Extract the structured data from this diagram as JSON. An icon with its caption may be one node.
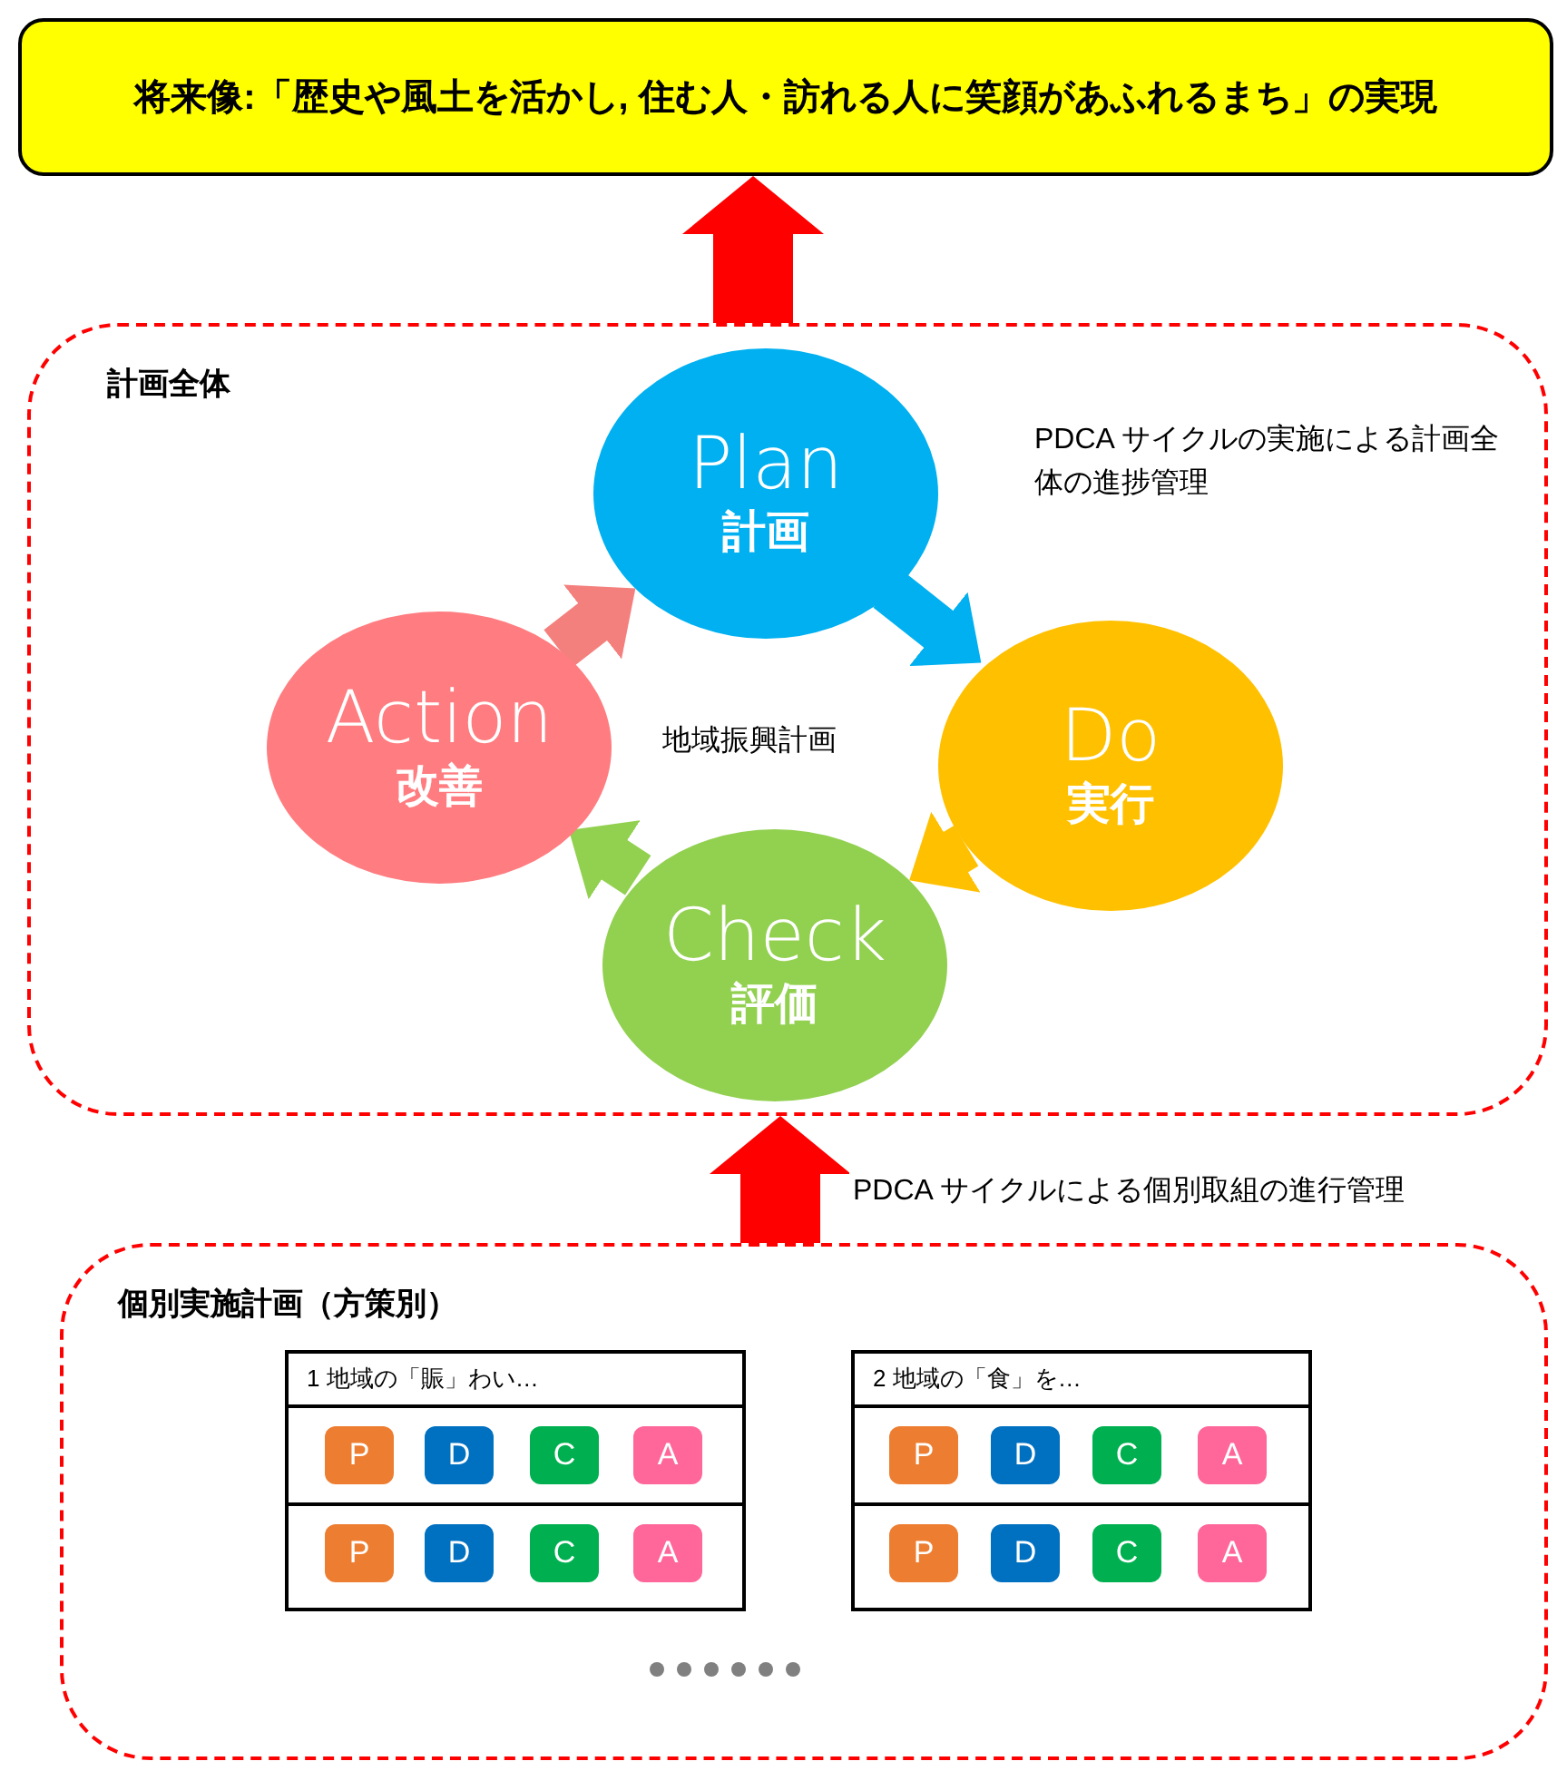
{
  "diagram": {
    "nodes": [
      {
        "text": [
          "将来像:「歴史や風土を活かし, 住む人・訪れる人に笑顔があふれるまち」の実現"
        ]
      },
      {
        "text": [
          "計画全体"
        ]
      },
      {
        "text": [
          "Plan",
          "計画"
        ],
        "in": 1
      },
      {
        "text": [
          "Do",
          "実行"
        ],
        "in": 1
      },
      {
        "text": [
          "Check",
          "評価"
        ],
        "in": 1
      },
      {
        "text": [
          "Action",
          "改善"
        ],
        "in": 1
      },
      {
        "text": [
          "個別実施計画（方策別）"
        ]
      },
      {
        "text": [
          "1 地域の「賑」わい…"
        ],
        "in": 6
      },
      {
        "text": [
          "P"
        ],
        "in": 7
      },
      {
        "text": [
          "D"
        ],
        "in": 7
      },
      {
        "text": [
          "C"
        ],
        "in": 7
      },
      {
        "text": [
          "A"
        ],
        "in": 7
      },
      {
        "text": [
          "P"
        ],
        "in": 7
      },
      {
        "text": [
          "D"
        ],
        "in": 7
      },
      {
        "text": [
          "C"
        ],
        "in": 7
      },
      {
        "text": [
          "A"
        ],
        "in": 7
      },
      {
        "text": [
          "2 地域の「食」を…"
        ],
        "in": 6
      },
      {
        "text": [
          "P"
        ],
        "in": 16
      },
      {
        "text": [
          "D"
        ],
        "in": 16
      },
      {
        "text": [
          "C"
        ],
        "in": 16
      },
      {
        "text": [
          "A"
        ],
        "in": 16
      },
      {
        "text": [
          "P"
        ],
        "in": 16
      },
      {
        "text": [
          "D"
        ],
        "in": 16
      },
      {
        "text": [
          "C"
        ],
        "in": 16
      },
      {
        "text": [
          "A"
        ],
        "in": 16
      }
    ],
    "edges": [
      {
        "from": 1,
        "to": 0,
        "arrow": "to",
        "color": "#ff0000"
      },
      {
        "from": 6,
        "to": 1,
        "arrow": "to",
        "color": "#ff0000",
        "label": "PDCA サイクルによる個別取組の進行管理"
      },
      {
        "from": 5,
        "to": 2,
        "arrow": "to",
        "color": "#f4807e"
      },
      {
        "from": 2,
        "to": 3,
        "arrow": "to",
        "color": "#00b0f0"
      },
      {
        "from": 3,
        "to": 4,
        "arrow": "to",
        "color": "#ffc000"
      },
      {
        "from": 4,
        "to": 5,
        "arrow": "to",
        "color": "#92d050"
      }
    ],
    "labels": [
      "地域振興計画",
      "PDCA サイクルの実施による計画全体の進捗管理"
    ]
  }
}
